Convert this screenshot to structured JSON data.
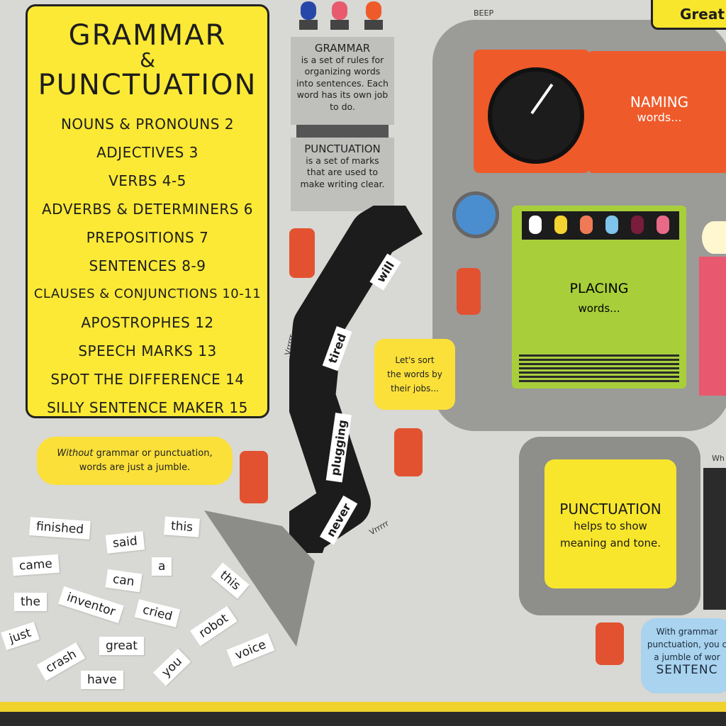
{
  "contents": {
    "title_line1": "GRAMMAR",
    "ampersand": "&",
    "title_line2": "PUNCTUATION",
    "items": [
      {
        "label": "NOUNS & PRONOUNS",
        "page": "2"
      },
      {
        "label": "ADJECTIVES",
        "page": "3"
      },
      {
        "label": "VERBS",
        "page": "4-5"
      },
      {
        "label": "ADVERBS & DETERMINERS",
        "page": "6"
      },
      {
        "label": "PREPOSITIONS",
        "page": "7"
      },
      {
        "label": "SENTENCES",
        "page": "8-9"
      },
      {
        "label": "CLAUSES & CONJUNCTIONS",
        "page": "10-11"
      },
      {
        "label": "APOSTROPHES",
        "page": "12"
      },
      {
        "label": "SPEECH MARKS",
        "page": "13"
      },
      {
        "label": "SPOT THE DIFFERENCE",
        "page": "14"
      },
      {
        "label": "SILLY SENTENCE MAKER",
        "page": "15"
      }
    ]
  },
  "signs": {
    "grammar_title": "GRAMMAR",
    "grammar_text": "is a set of rules for organizing words into sentences. Each word has its own job to do.",
    "punctuation_title": "PUNCTUATION",
    "punctuation_text": "is a set of marks that are used to make writing clear."
  },
  "machine": {
    "beep": "BEEP",
    "naming_title": "NAMING",
    "naming_sub": "words...",
    "placing_title": "PLACING",
    "placing_sub": "words...",
    "punct_title": "PUNCTUATION",
    "punct_text_1": "helps to show",
    "punct_text_2": "meaning and tone.",
    "great_tab": "Great",
    "wh_fragment": "Wh"
  },
  "bubbles": {
    "left_italic": "Without",
    "left_rest": " grammar or punctuation,",
    "left_line2": "words are just a jumble.",
    "sort_1": "Let's sort",
    "sort_2": "the words by",
    "sort_3": "their jobs...",
    "right_1": "With grammar",
    "right_2": "punctuation, you c",
    "right_3": "a jumble of wor",
    "right_4": "SENTENC"
  },
  "sounds": {
    "left": "Vrrrrr",
    "right": "Vrrrrr"
  },
  "belt_words": [
    "will",
    "tired",
    "plugging",
    "never"
  ],
  "tiles": [
    "finished",
    "said",
    "this",
    "came",
    "a",
    "can",
    "this",
    "the",
    "inventor",
    "cried",
    "just",
    "great",
    "robot",
    "crash",
    "voice",
    "you",
    "have"
  ],
  "colors": {
    "yellow": "#fbe935",
    "orange": "#ef5a2a",
    "green": "#a8cf3a",
    "blue_bubble": "#a9d3ef",
    "machine_grey": "#9b9b98"
  }
}
